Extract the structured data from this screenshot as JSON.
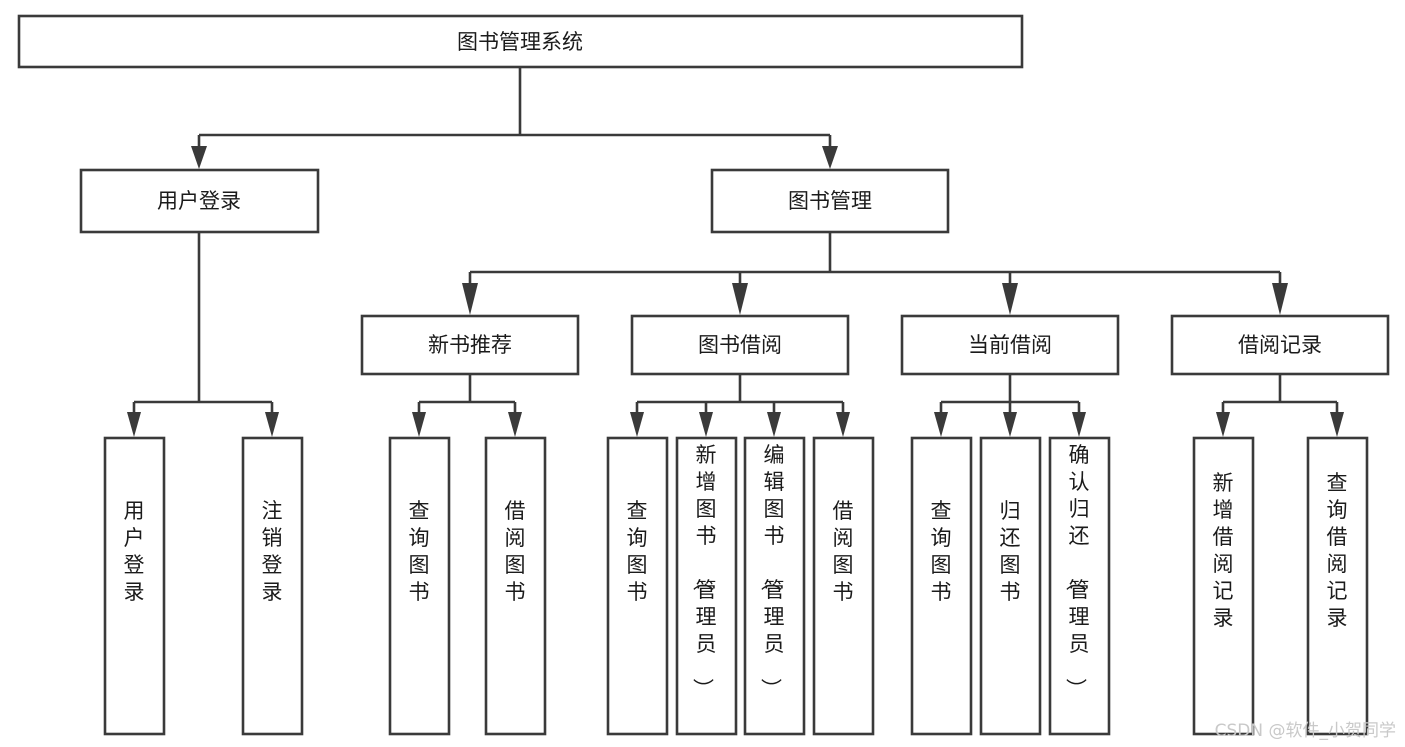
{
  "diagram": {
    "title": "图书管理系统",
    "type": "hierarchy-tree",
    "orientation": "top-down",
    "levels": 4,
    "colors": {
      "box_stroke": "#3a3a3a",
      "box_fill": "#ffffff",
      "connector": "#3a3a3a",
      "text": "#1b1b1b",
      "background": "#ffffff",
      "watermark": "#c9c9c9"
    }
  },
  "nodes": {
    "root": {
      "id": "root",
      "label": "图书管理系统",
      "level": 1,
      "orientation": "horizontal"
    },
    "level2": [
      {
        "id": "user-login",
        "label": "用户登录",
        "level": 2,
        "orientation": "horizontal"
      },
      {
        "id": "book-management",
        "label": "图书管理",
        "level": 2,
        "orientation": "horizontal"
      }
    ],
    "level3": [
      {
        "id": "new-book-recommend",
        "label": "新书推荐",
        "level": 3,
        "orientation": "horizontal",
        "parent": "book-management"
      },
      {
        "id": "book-borrow",
        "label": "图书借阅",
        "level": 3,
        "orientation": "horizontal",
        "parent": "book-management"
      },
      {
        "id": "current-borrow",
        "label": "当前借阅",
        "level": 3,
        "orientation": "horizontal",
        "parent": "book-management"
      },
      {
        "id": "borrow-record",
        "label": "借阅记录",
        "level": 3,
        "orientation": "horizontal",
        "parent": "book-management"
      }
    ],
    "leaves": [
      {
        "id": "leaf-user-login",
        "label": "用户登录",
        "parent": "user-login",
        "orientation": "vertical"
      },
      {
        "id": "leaf-logout",
        "label": "注销登录",
        "parent": "user-login",
        "orientation": "vertical"
      },
      {
        "id": "leaf-query-book-1",
        "label": "查询图书",
        "parent": "new-book-recommend",
        "orientation": "vertical"
      },
      {
        "id": "leaf-borrow-book-1",
        "label": "借阅图书",
        "parent": "new-book-recommend",
        "orientation": "vertical"
      },
      {
        "id": "leaf-query-book-2",
        "label": "查询图书",
        "parent": "book-borrow",
        "orientation": "vertical"
      },
      {
        "id": "leaf-add-book",
        "label": "新增图书（管理员）",
        "parent": "book-borrow",
        "orientation": "vertical"
      },
      {
        "id": "leaf-edit-book",
        "label": "编辑图书（管理员）",
        "parent": "book-borrow",
        "orientation": "vertical"
      },
      {
        "id": "leaf-borrow-book-2",
        "label": "借阅图书",
        "parent": "book-borrow",
        "orientation": "vertical"
      },
      {
        "id": "leaf-query-book-3",
        "label": "查询图书",
        "parent": "current-borrow",
        "orientation": "vertical"
      },
      {
        "id": "leaf-return-book",
        "label": "归还图书",
        "parent": "current-borrow",
        "orientation": "vertical"
      },
      {
        "id": "leaf-confirm-return",
        "label": "确认归还（管理员）",
        "parent": "current-borrow",
        "orientation": "vertical"
      },
      {
        "id": "leaf-add-record",
        "label": "新增借阅记录",
        "parent": "borrow-record",
        "orientation": "vertical"
      },
      {
        "id": "leaf-query-record",
        "label": "查询借阅记录",
        "parent": "borrow-record",
        "orientation": "vertical"
      }
    ]
  },
  "watermark": {
    "text": "CSDN @软件_小贺同学"
  }
}
